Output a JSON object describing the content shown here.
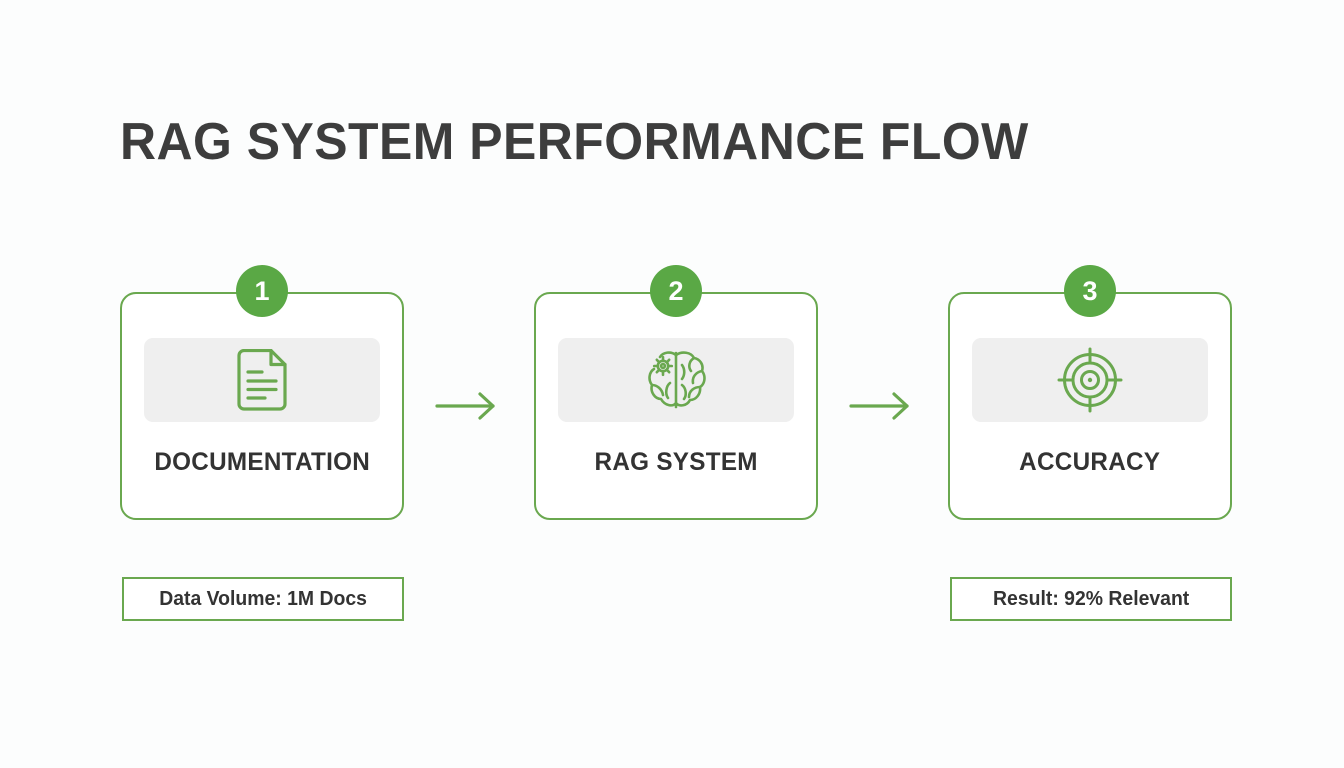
{
  "page": {
    "title": "RAG SYSTEM PERFORMANCE FLOW",
    "background_color": "#fcfdfd",
    "accent_color": "#6aa84f",
    "badge_color": "#5aa845",
    "text_color": "#333333",
    "panel_color": "#efefef"
  },
  "flow": {
    "steps": [
      {
        "number": "1",
        "label": "DOCUMENTATION",
        "icon": "document-icon"
      },
      {
        "number": "2",
        "label": "RAG SYSTEM",
        "icon": "brain-gear-icon"
      },
      {
        "number": "3",
        "label": "ACCURACY",
        "icon": "target-crosshair-icon"
      }
    ],
    "connectors": [
      {
        "icon": "arrow-right-icon"
      },
      {
        "icon": "arrow-right-icon"
      }
    ]
  },
  "stats": {
    "left": "Data Volume: 1M Docs",
    "right": "Result: 92% Relevant"
  }
}
